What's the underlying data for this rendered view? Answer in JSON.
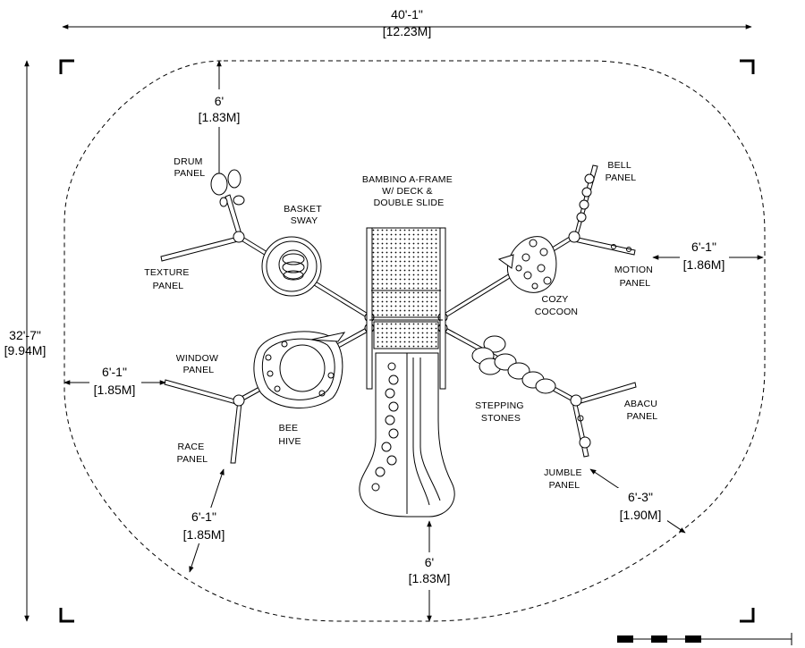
{
  "dimensions": {
    "overall_width": "40'-1\"",
    "overall_width_metric": "[12.23M]",
    "overall_depth": "32'-7\"",
    "overall_depth_metric": "[9.94M]",
    "top_clearance": "6'",
    "top_clearance_metric": "[1.83M]",
    "right_clearance": "6'-1\"",
    "right_clearance_metric": "[1.86M]",
    "left_clearance": "6'-1\"",
    "left_clearance_metric": "[1.85M]",
    "lower_left_clearance": "6'-1\"",
    "lower_left_clearance_metric": "[1.85M]",
    "bottom_clearance": "6'",
    "bottom_clearance_metric": "[1.83M]",
    "lower_right_clearance": "6'-3\"",
    "lower_right_clearance_metric": "[1.90M]"
  },
  "components": {
    "center": [
      "BAMBINO A-FRAME",
      "W/ DECK &",
      "DOUBLE SLIDE"
    ],
    "drum_panel": [
      "DRUM",
      "PANEL"
    ],
    "basket_sway": [
      "BASKET",
      "SWAY"
    ],
    "texture_panel": [
      "TEXTURE",
      "PANEL"
    ],
    "window_panel": [
      "WINDOW",
      "PANEL"
    ],
    "bee_hive": [
      "BEE",
      "HIVE"
    ],
    "race_panel": [
      "RACE",
      "PANEL"
    ],
    "bell_panel": [
      "BELL",
      "PANEL"
    ],
    "motion_panel": [
      "MOTION",
      "PANEL"
    ],
    "cozy_cocoon": [
      "COZY",
      "COCOON"
    ],
    "stepping_stones": [
      "STEPPING",
      "STONES"
    ],
    "abacu_panel": [
      "ABACU",
      "PANEL"
    ],
    "jumble_panel": [
      "JUMBLE",
      "PANEL"
    ]
  }
}
